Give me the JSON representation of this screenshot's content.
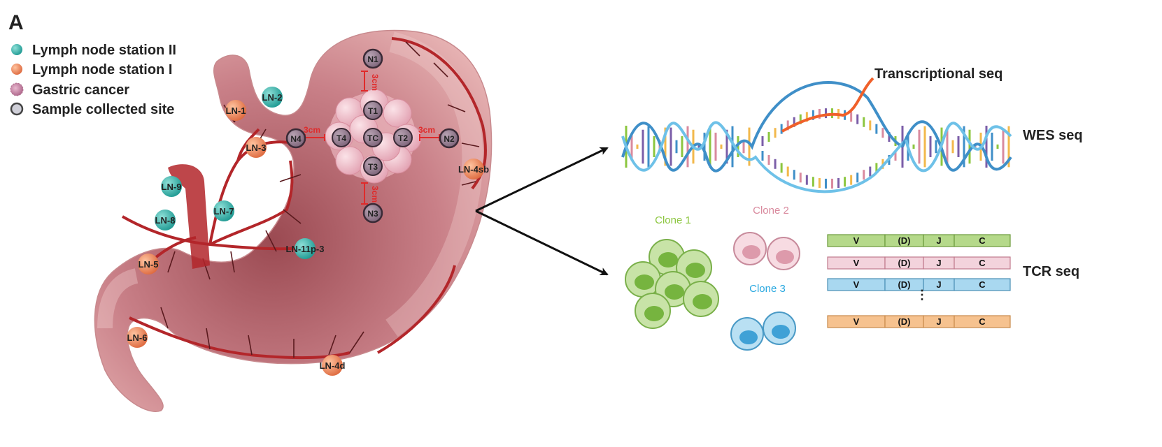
{
  "panel_label": "A",
  "legend": [
    {
      "label": "Lymph node station II",
      "color": "#3bb3ad"
    },
    {
      "label": "Lymph node station I",
      "color": "#e8825a"
    },
    {
      "label": "Gastric cancer",
      "color": "#c97a9a"
    },
    {
      "label": "Sample collected site",
      "color": "#cfcfd8"
    }
  ],
  "lymph_nodes": {
    "ln2": "LN-2",
    "ln1": "LN-1",
    "ln3": "LN-3",
    "ln9": "LN-9",
    "ln7": "LN-7",
    "ln8": "LN-8",
    "ln11p3": "LN-11p-3",
    "ln5": "LN-5",
    "ln6": "LN-6",
    "ln4d": "LN-4d",
    "ln4sb": "LN-4sb"
  },
  "sample_sites": {
    "n1": "N1",
    "n2": "N2",
    "n3": "N3",
    "n4": "N4",
    "t1": "T1",
    "t2": "T2",
    "t3": "T3",
    "t4": "T4",
    "tc": "TC"
  },
  "distance_label": "3cm",
  "seq": {
    "transcriptional": "Transcriptional seq",
    "wes": "WES seq",
    "tcr": "TCR seq"
  },
  "clones": [
    {
      "label": "Clone 1",
      "color": "#8cc63f"
    },
    {
      "label": "Clone 2",
      "color": "#d98a9e"
    },
    {
      "label": "Clone 3",
      "color": "#29a8e0"
    }
  ],
  "tcr_segments": [
    "V",
    "(D)",
    "J",
    "C"
  ],
  "tcr_rows": [
    {
      "fill": "#b5d98a",
      "stroke": "#6a9a3a"
    },
    {
      "fill": "#f3d3dc",
      "stroke": "#c07a8c"
    },
    {
      "fill": "#a9d8f0",
      "stroke": "#4a8fb5"
    },
    {
      "fill": "#f6c28f",
      "stroke": "#c98a4a"
    }
  ],
  "ellipsis": "⋮"
}
